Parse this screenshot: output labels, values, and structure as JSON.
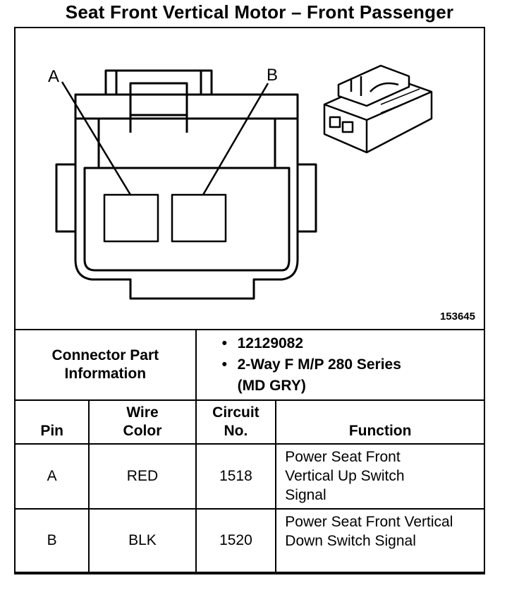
{
  "title": "Seat Front Vertical Motor – Front Passenger",
  "figure": {
    "figure_id": "153645",
    "pin_labels": [
      "A",
      "B"
    ]
  },
  "connector": {
    "label": "Connector Part Information",
    "items": [
      "12129082",
      "2-Way F M/P 280 Series (MD GRY)"
    ]
  },
  "table": {
    "headers": {
      "pin": "Pin",
      "wire_color": "Wire Color",
      "circuit": "Circuit No.",
      "function": "Function"
    },
    "rows": [
      {
        "pin": "A",
        "wire_color": "RED",
        "circuit": "1518",
        "function": "Power Seat Front Vertical Up Switch Signal"
      },
      {
        "pin": "B",
        "wire_color": "BLK",
        "circuit": "1520",
        "function": "Power Seat Front Vertical Down Switch Signal"
      }
    ]
  }
}
